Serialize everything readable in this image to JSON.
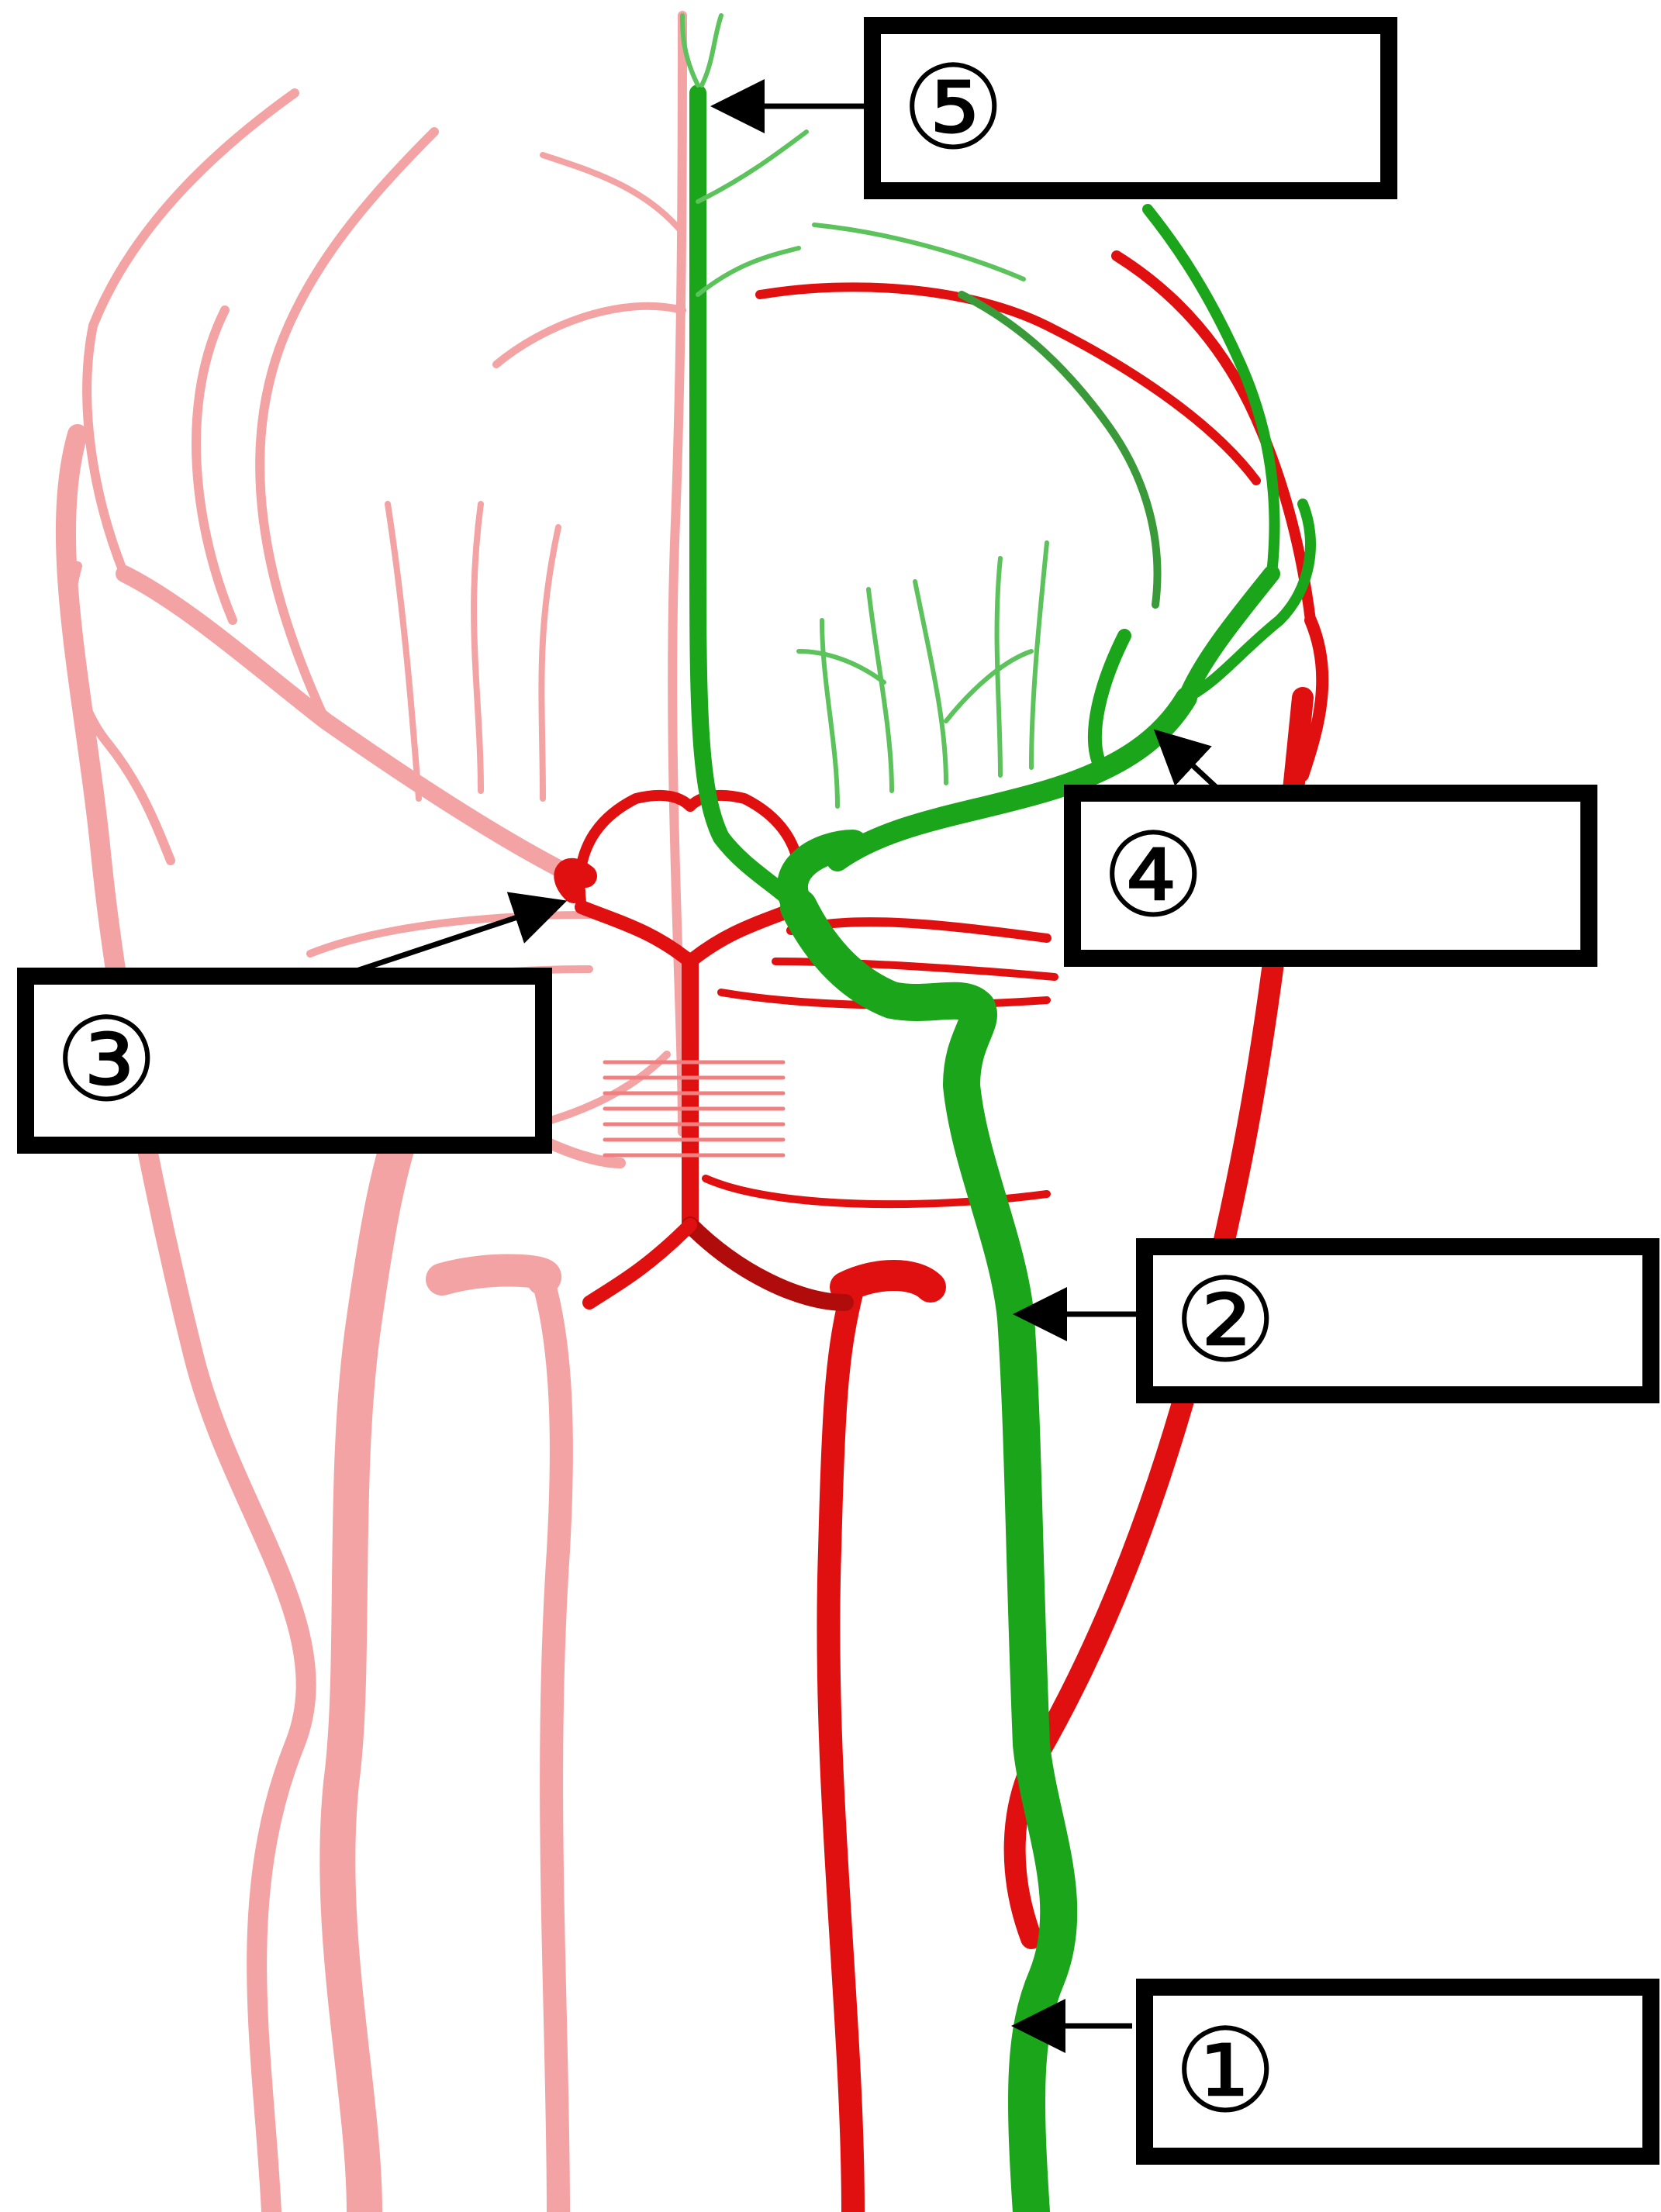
{
  "colors": {
    "artery_red": "#e01010",
    "artery_dark_red": "#b00c0c",
    "artery_faded": "#f3a3a3",
    "highlight_green": "#1aa51a",
    "highlight_light_green": "#5cc25c",
    "box_border": "#000000"
  },
  "labels": [
    {
      "number": "①",
      "answer": ""
    },
    {
      "number": "②",
      "answer": ""
    },
    {
      "number": "③",
      "answer": ""
    },
    {
      "number": "④",
      "answer": ""
    },
    {
      "number": "⑤",
      "answer": ""
    }
  ]
}
